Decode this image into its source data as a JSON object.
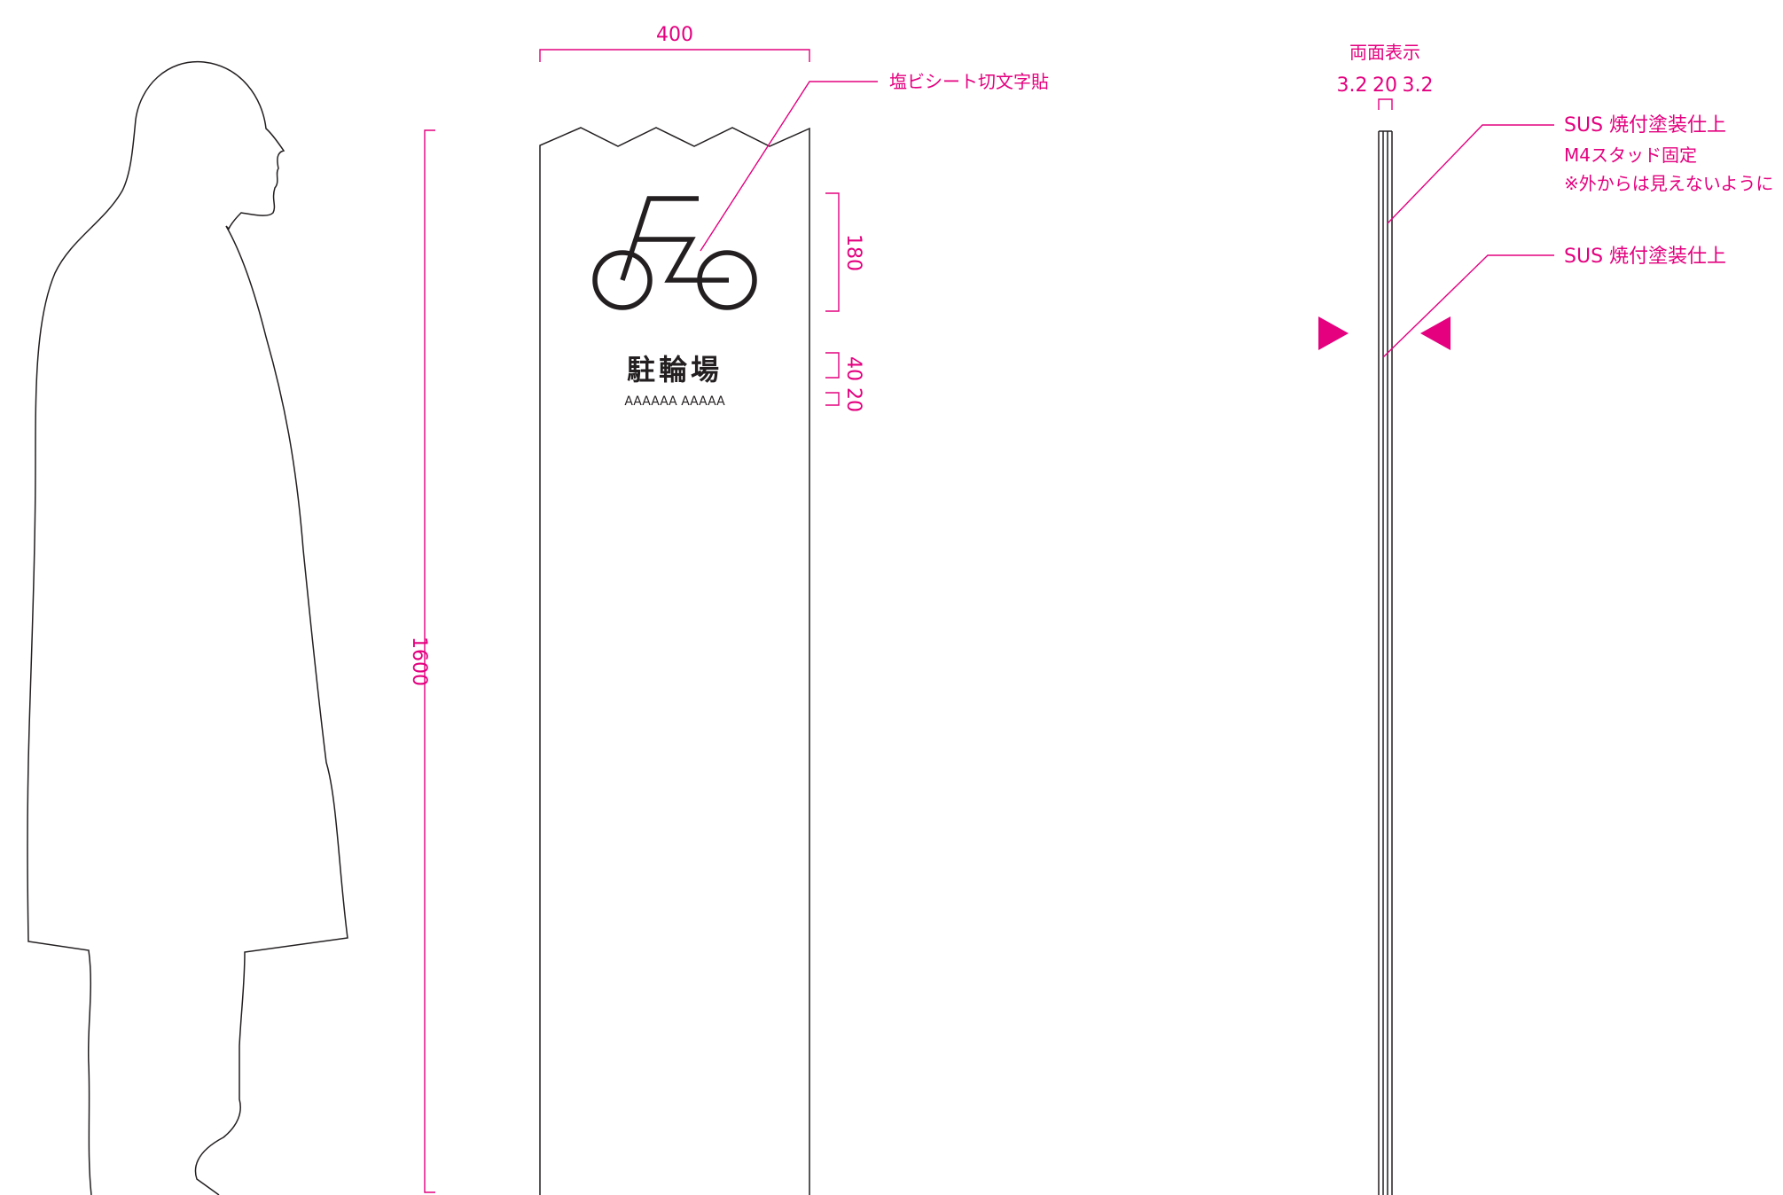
{
  "colors": {
    "accent": "#e4007f",
    "ink": "#231f20"
  },
  "front_view": {
    "width_dim": "400",
    "height_dim": "1600",
    "pictogram_dim": "180",
    "title_dim": "40",
    "subtitle_dim": "20",
    "material_note": "塩ビシート切文字貼",
    "sign_title": "駐輪場",
    "sign_subtitle": "AAAAAA AAAAA",
    "pictogram_icon": "bicycle-icon"
  },
  "side_view": {
    "label": "両面表示",
    "dim_left": "3.2",
    "dim_mid": "20",
    "dim_right": "3.2",
    "note1_line1": "SUS 焼付塗装仕上",
    "note1_line2": "M4スタッド固定",
    "note1_line3": "※外からは見えないように",
    "note2": "SUS 焼付塗装仕上",
    "view_arrows": "view-direction-arrow-icons"
  },
  "human_figure": "human-silhouette-icon"
}
